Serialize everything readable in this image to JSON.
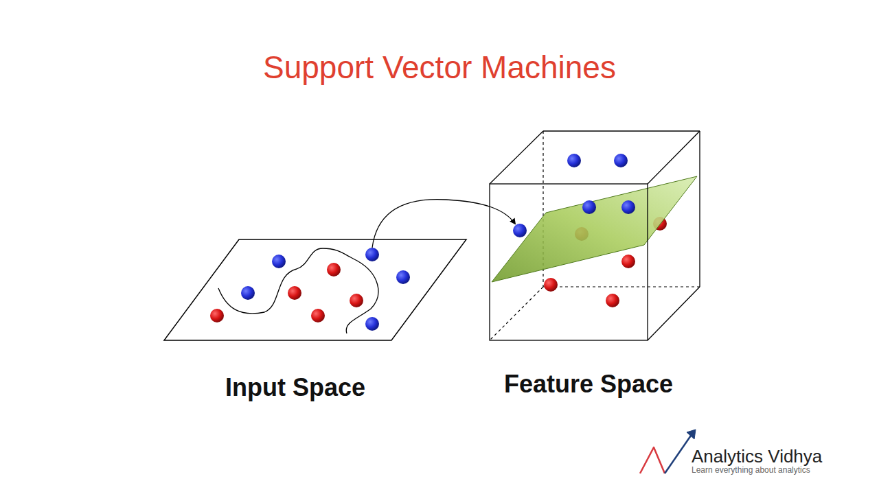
{
  "diagram": {
    "title": "Support Vector Machines",
    "labels": [
      "Input Space",
      "Feature Space",
      "Analytics Vidhya",
      "Learn everything about analytics"
    ]
  }
}
